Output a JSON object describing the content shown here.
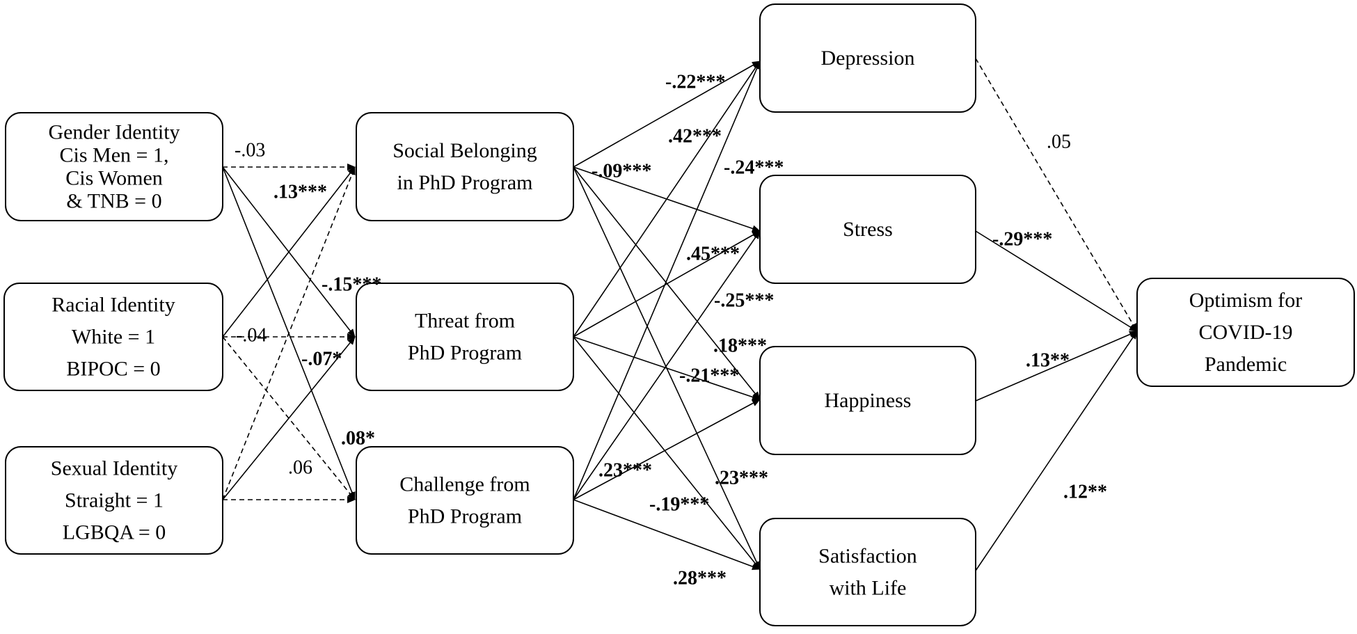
{
  "nodes": [
    {
      "id": "gender",
      "lines": [
        "Gender Identity",
        "Cis Men = 1,",
        "Cis Women",
        "& TNB = 0"
      ]
    },
    {
      "id": "racial",
      "lines": [
        "Racial Identity",
        "White = 1",
        "BIPOC = 0"
      ]
    },
    {
      "id": "sexual",
      "lines": [
        "Sexual Identity",
        "Straight = 1",
        "LGBQA = 0"
      ]
    },
    {
      "id": "belonging",
      "lines": [
        "Social Belonging",
        "in PhD Program"
      ]
    },
    {
      "id": "threat",
      "lines": [
        "Threat from",
        "PhD Program"
      ]
    },
    {
      "id": "challenge",
      "lines": [
        "Challenge from",
        "PhD Program"
      ]
    },
    {
      "id": "depression",
      "lines": [
        "Depression"
      ]
    },
    {
      "id": "stress",
      "lines": [
        "Stress"
      ]
    },
    {
      "id": "happiness",
      "lines": [
        "Happiness"
      ]
    },
    {
      "id": "satisfaction",
      "lines": [
        "Satisfaction",
        "with Life"
      ]
    },
    {
      "id": "optimism",
      "lines": [
        "Optimism for",
        "COVID-19",
        "Pandemic"
      ]
    }
  ],
  "edges": [
    {
      "from": "gender",
      "to": "belonging",
      "dashed": true,
      "label": "-.03",
      "bold": false
    },
    {
      "from": "gender",
      "to": "threat",
      "dashed": false,
      "label": "-.15***",
      "bold": true
    },
    {
      "from": "gender",
      "to": "challenge",
      "dashed": false,
      "label": ".08*",
      "bold": true
    },
    {
      "from": "racial",
      "to": "belonging",
      "dashed": false,
      "label": ".13***",
      "bold": true
    },
    {
      "from": "racial",
      "to": "threat",
      "dashed": true,
      "label": "-.04",
      "bold": false
    },
    {
      "from": "racial",
      "to": "challenge",
      "dashed": true,
      "label": ".06",
      "bold": false
    },
    {
      "from": "sexual",
      "to": "belonging",
      "dashed": true,
      "label": "",
      "bold": false
    },
    {
      "from": "sexual",
      "to": "threat",
      "dashed": false,
      "label": "-.07*",
      "bold": true
    },
    {
      "from": "sexual",
      "to": "challenge",
      "dashed": true,
      "label": "",
      "bold": false
    },
    {
      "from": "belonging",
      "to": "depression",
      "dashed": false,
      "label": "-.22***",
      "bold": true
    },
    {
      "from": "belonging",
      "to": "stress",
      "dashed": false,
      "label": "-.09***",
      "bold": true
    },
    {
      "from": "belonging",
      "to": "happiness",
      "dashed": false,
      "label": ".18***",
      "bold": true
    },
    {
      "from": "belonging",
      "to": "satisfaction",
      "dashed": false,
      "label": ".23***",
      "bold": true
    },
    {
      "from": "threat",
      "to": "depression",
      "dashed": false,
      "label": ".42***",
      "bold": true
    },
    {
      "from": "threat",
      "to": "stress",
      "dashed": false,
      "label": ".45***",
      "bold": true
    },
    {
      "from": "threat",
      "to": "happiness",
      "dashed": false,
      "label": "-.21***",
      "bold": true
    },
    {
      "from": "threat",
      "to": "satisfaction",
      "dashed": false,
      "label": "-.19***",
      "bold": true
    },
    {
      "from": "challenge",
      "to": "depression",
      "dashed": false,
      "label": "-.24***",
      "bold": true
    },
    {
      "from": "challenge",
      "to": "stress",
      "dashed": false,
      "label": "-.25***",
      "bold": true
    },
    {
      "from": "challenge",
      "to": "happiness",
      "dashed": false,
      "label": ".23***",
      "bold": true
    },
    {
      "from": "challenge",
      "to": "satisfaction",
      "dashed": false,
      "label": ".28***",
      "bold": true
    },
    {
      "from": "depression",
      "to": "optimism",
      "dashed": true,
      "label": ".05",
      "bold": false
    },
    {
      "from": "stress",
      "to": "optimism",
      "dashed": false,
      "label": "-.29***",
      "bold": true
    },
    {
      "from": "happiness",
      "to": "optimism",
      "dashed": false,
      "label": ".13**",
      "bold": true
    },
    {
      "from": "satisfaction",
      "to": "optimism",
      "dashed": false,
      "label": ".12**",
      "bold": true
    }
  ]
}
